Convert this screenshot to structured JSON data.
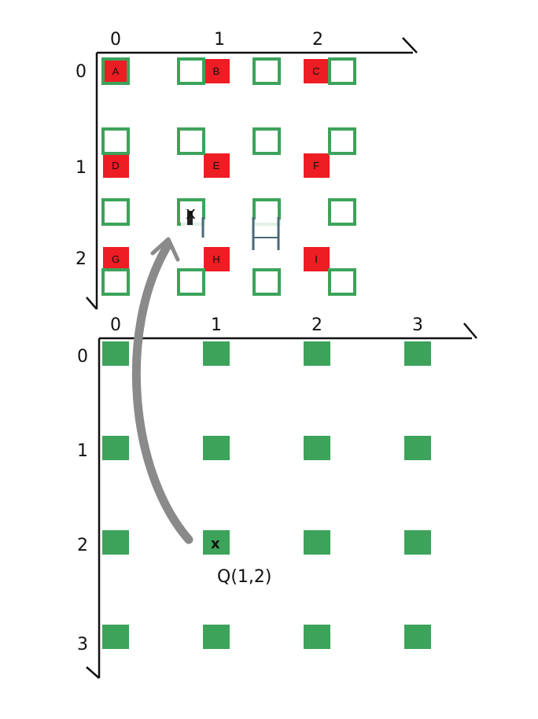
{
  "top_grid": {
    "x_ticks": [
      "0",
      "1",
      "2"
    ],
    "y_ticks": [
      "0",
      "1",
      "2"
    ],
    "red_cells": [
      {
        "label": "A",
        "col": 0,
        "row": 0
      },
      {
        "label": "B",
        "col": 1,
        "row": 0
      },
      {
        "label": "C",
        "col": 2,
        "row": 0
      },
      {
        "label": "D",
        "col": 0,
        "row": 1
      },
      {
        "label": "E",
        "col": 1,
        "row": 1
      },
      {
        "label": "F",
        "col": 2,
        "row": 1
      },
      {
        "label": "G",
        "col": 0,
        "row": 2
      },
      {
        "label": "H",
        "col": 1,
        "row": 2
      },
      {
        "label": "I",
        "col": 2,
        "row": 2
      }
    ],
    "marker_text": "x"
  },
  "bottom_grid": {
    "x_ticks": [
      "0",
      "1",
      "2",
      "3"
    ],
    "y_ticks": [
      "0",
      "1",
      "2",
      "3"
    ],
    "marked_cell": {
      "col": 1,
      "row": 2,
      "mark": "x"
    },
    "point_label": "Q(1,2)"
  },
  "colors": {
    "red": "#ee1c23",
    "green": "#3da35a",
    "axis": "#111111",
    "arrow": "#8a8a8a"
  }
}
